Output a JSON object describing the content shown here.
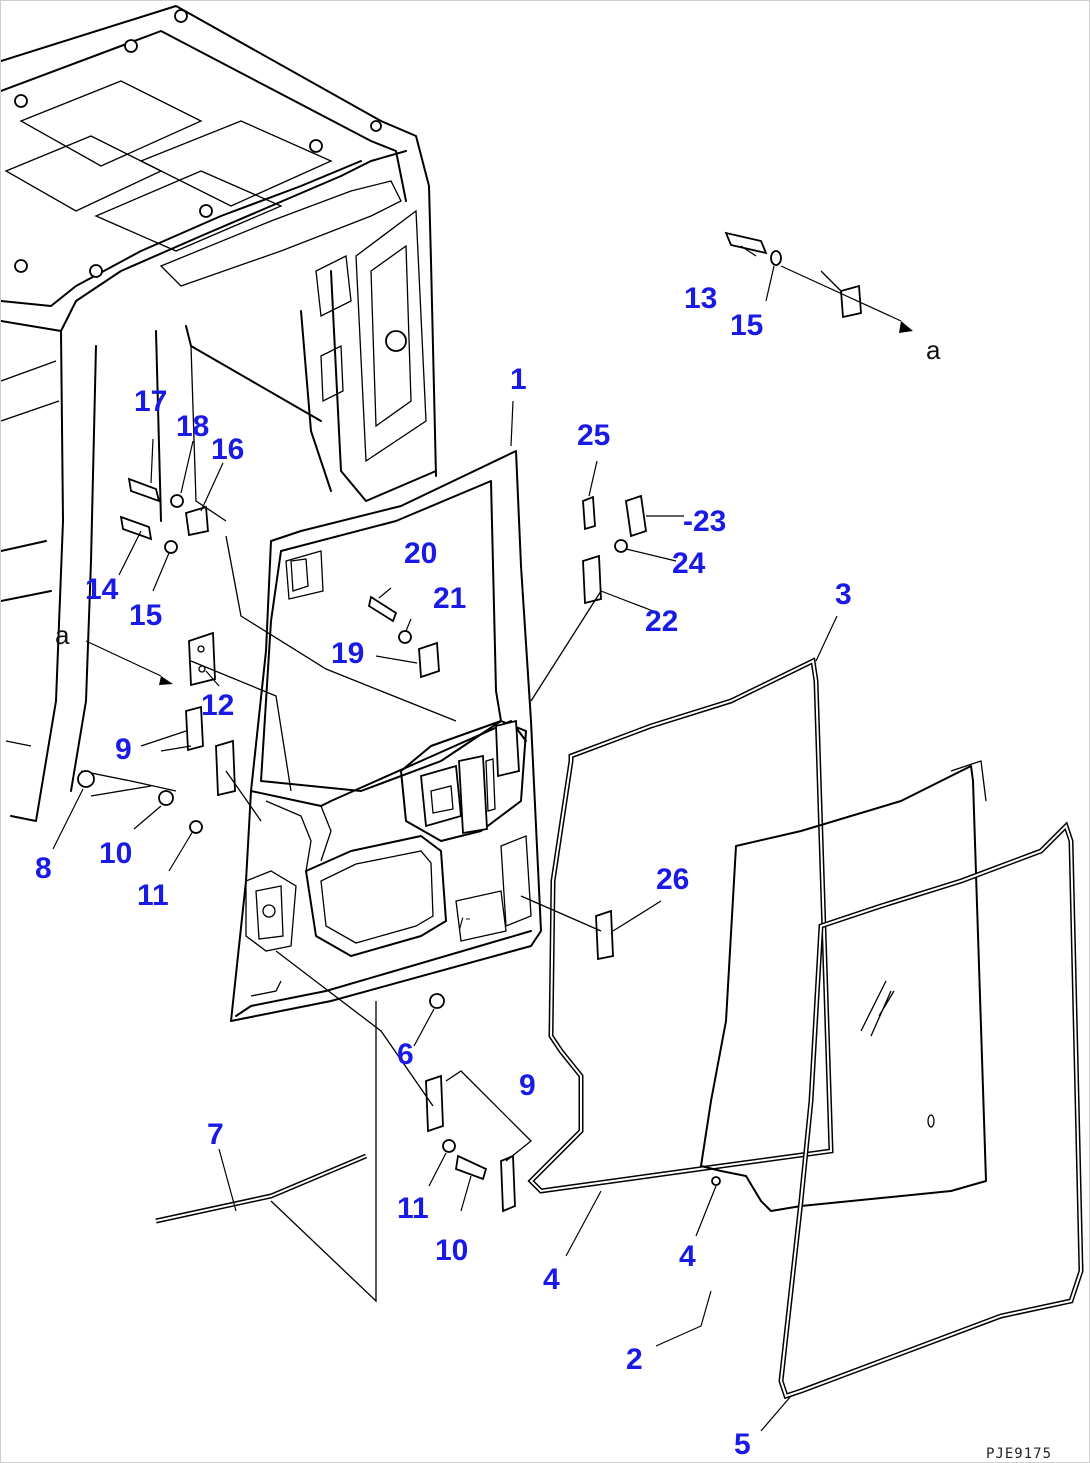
{
  "page_code": "PJE9175",
  "reference_letter": "a",
  "part_numbers": [
    "1",
    "2",
    "3",
    "4",
    "5",
    "6",
    "7",
    "8",
    "9",
    "10",
    "11",
    "12",
    "13",
    "14",
    "15",
    "16",
    "17",
    "18",
    "19",
    "20",
    "21",
    "22",
    "23",
    "24",
    "25",
    "26"
  ],
  "callouts": [
    {
      "id": "c1",
      "text": "1"
    },
    {
      "id": "c2",
      "text": "2"
    },
    {
      "id": "c3",
      "text": "3"
    },
    {
      "id": "c4a",
      "text": "4"
    },
    {
      "id": "c4b",
      "text": "4"
    },
    {
      "id": "c5",
      "text": "5"
    },
    {
      "id": "c6",
      "text": "6"
    },
    {
      "id": "c7",
      "text": "7"
    },
    {
      "id": "c8",
      "text": "8"
    },
    {
      "id": "c9a",
      "text": "9"
    },
    {
      "id": "c9b",
      "text": "9"
    },
    {
      "id": "c10a",
      "text": "10"
    },
    {
      "id": "c10b",
      "text": "10"
    },
    {
      "id": "c11a",
      "text": "11"
    },
    {
      "id": "c11b",
      "text": "11"
    },
    {
      "id": "c12",
      "text": "12"
    },
    {
      "id": "c13",
      "text": "13"
    },
    {
      "id": "c14",
      "text": "14"
    },
    {
      "id": "c15a",
      "text": "15"
    },
    {
      "id": "c15b",
      "text": "15"
    },
    {
      "id": "c16",
      "text": "16"
    },
    {
      "id": "c17",
      "text": "17"
    },
    {
      "id": "c18",
      "text": "18"
    },
    {
      "id": "c19",
      "text": "19"
    },
    {
      "id": "c20",
      "text": "20"
    },
    {
      "id": "c21",
      "text": "21"
    },
    {
      "id": "c22",
      "text": "22"
    },
    {
      "id": "c23",
      "text": "-23"
    },
    {
      "id": "c24",
      "text": "24"
    },
    {
      "id": "c25",
      "text": "25"
    },
    {
      "id": "c26",
      "text": "26"
    }
  ]
}
